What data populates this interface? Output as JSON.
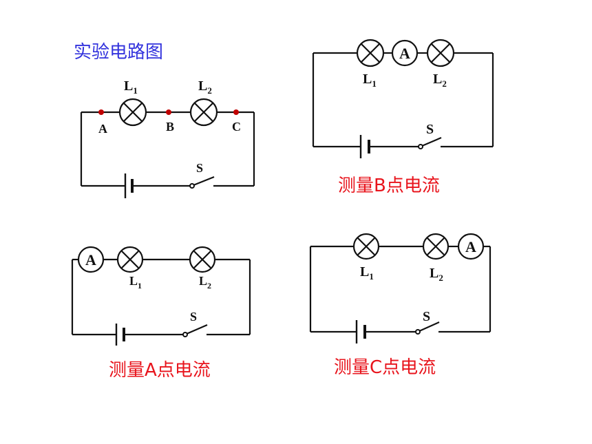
{
  "title": "实验电路图",
  "lamp1": {
    "letter": "L",
    "sub": "1"
  },
  "lamp2": {
    "letter": "L",
    "sub": "2"
  },
  "ammeter": "A",
  "switch": "S",
  "points": {
    "a": "A",
    "b": "B",
    "c": "C"
  },
  "captions": {
    "b": "测量B点电流",
    "a": "测量A点电流",
    "c": "测量C点电流"
  }
}
